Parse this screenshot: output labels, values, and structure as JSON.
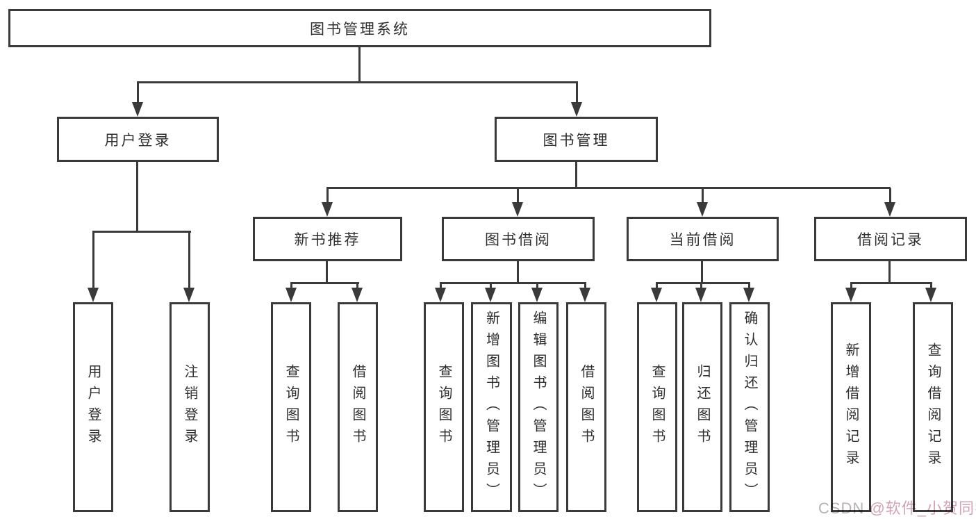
{
  "tree": {
    "root": "图书管理系统",
    "user": {
      "label": "用户登录",
      "children": [
        "用户登录",
        "注销登录"
      ]
    },
    "mgmt": {
      "label": "图书管理",
      "sections": [
        {
          "label": "新书推荐",
          "children": [
            "查询图书",
            "借阅图书"
          ]
        },
        {
          "label": "图书借阅",
          "children": [
            "查询图书",
            "新增图书（管理员）",
            "编辑图书（管理员）",
            "借阅图书"
          ]
        },
        {
          "label": "当前借阅",
          "children": [
            "查询图书",
            "归还图书",
            "确认归还（管理员）"
          ]
        },
        {
          "label": "借阅记录",
          "children": [
            "新增借阅记录",
            "查询借阅记录"
          ]
        }
      ]
    }
  },
  "watermark": {
    "prefix": "CSDN ",
    "author": "@软件_小贺同学"
  },
  "colors": {
    "line": "#3a3a3a",
    "text": "#2f2f2f",
    "background": "#ffffff",
    "watermark_gray": "#b7b1b3",
    "watermark_pink": "#d2a4b2"
  }
}
